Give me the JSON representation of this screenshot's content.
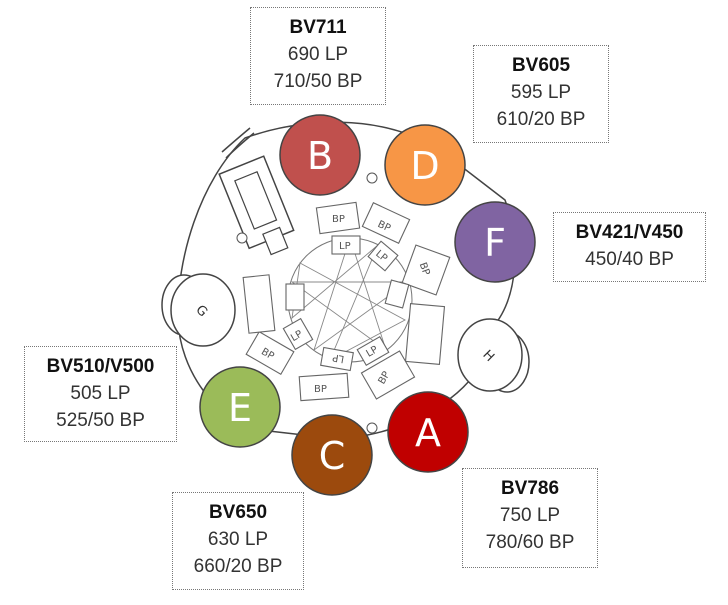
{
  "detectors": [
    {
      "letter": "A",
      "color": "#c00000"
    },
    {
      "letter": "B",
      "color": "#c0504d"
    },
    {
      "letter": "C",
      "color": "#9c4a0d"
    },
    {
      "letter": "D",
      "color": "#f79646"
    },
    {
      "letter": "E",
      "color": "#9bbb59"
    },
    {
      "letter": "F",
      "color": "#8064a2"
    }
  ],
  "empty_positions": [
    {
      "letter": "G"
    },
    {
      "letter": "H"
    }
  ],
  "labels": [
    {
      "key": "B",
      "title": "BV711",
      "lines": [
        "690 LP",
        "710/50 BP"
      ]
    },
    {
      "key": "D",
      "title": "BV605",
      "lines": [
        "595 LP",
        "610/20 BP"
      ]
    },
    {
      "key": "F",
      "title": "BV421/V450",
      "lines": [
        "450/40 BP"
      ]
    },
    {
      "key": "E",
      "title": "BV510/V500",
      "lines": [
        "505 LP",
        "525/50 BP"
      ]
    },
    {
      "key": "C",
      "title": "BV650",
      "lines": [
        "630 LP",
        "660/20 BP"
      ]
    },
    {
      "key": "A",
      "title": "BV786",
      "lines": [
        "750 LP",
        "780/60 BP"
      ]
    }
  ],
  "filter_tags": {
    "bp": "BP",
    "lp": "LP"
  }
}
